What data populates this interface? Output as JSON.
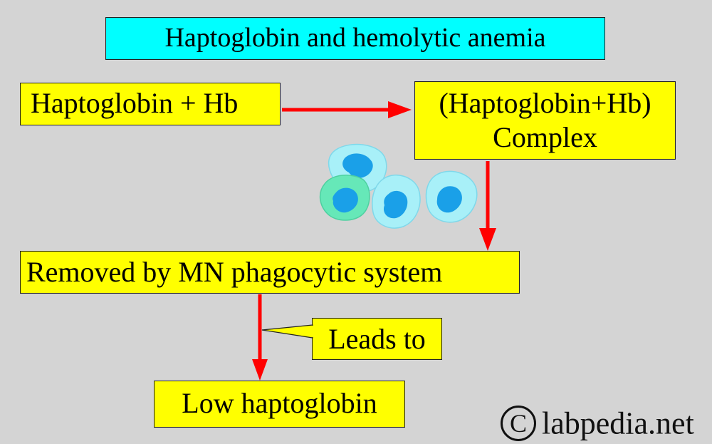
{
  "title": "Haptoglobin and hemolytic anemia",
  "boxes": {
    "hapto_hb": "Haptoglobin + Hb",
    "complex_line1": "(Haptoglobin+Hb)",
    "complex_line2": "Complex",
    "removed": "Removed by MN phagocytic system",
    "leads_to": "Leads to",
    "low": "Low haptoglobin"
  },
  "watermark": {
    "symbol": "C",
    "text": "labpedia.net"
  },
  "icons": [
    "macrophage-cell-icon"
  ],
  "colors": {
    "background": "#d4d4d4",
    "title_fill": "#00ffff",
    "box_fill": "#ffff00",
    "arrow": "#ff0000",
    "cell_outer": "#a8f0f8",
    "cell_outer_green": "#66e8b8",
    "cell_nucleus": "#1aa0e8"
  }
}
